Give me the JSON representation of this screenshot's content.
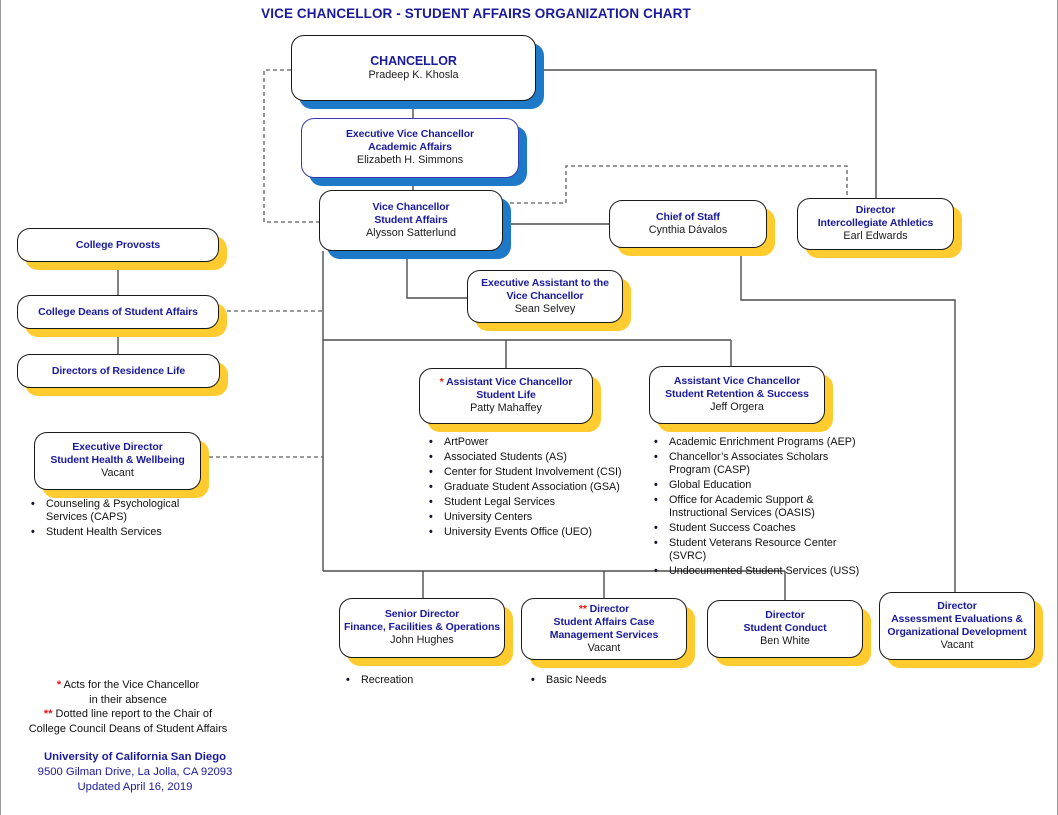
{
  "title": "VICE CHANCELLOR - STUDENT AFFAIRS ORGANIZATION CHART",
  "colors": {
    "heading_blue": "#1A1A9C",
    "shadow_blue": "#1E79C8",
    "shadow_yellow": "#FFCB2F",
    "note_red": "#EE1111"
  },
  "nodes": {
    "chancellor": {
      "lines": [
        "CHANCELLOR"
      ],
      "person": "Pradeep K. Khosla"
    },
    "evc": {
      "lines": [
        "Executive Vice Chancellor",
        "Academic Affairs"
      ],
      "person": "Elizabeth H. Simmons"
    },
    "vc": {
      "lines": [
        "Vice Chancellor",
        "Student Affairs"
      ],
      "person": "Alysson Satterlund"
    },
    "chief_of_staff": {
      "lines": [
        "Chief of Staff"
      ],
      "person": "Cynthia Dávalos"
    },
    "athletics": {
      "lines": [
        "Director",
        "Intercollegiate Athletics"
      ],
      "person": "Earl Edwards"
    },
    "exec_assistant": {
      "lines": [
        "Executive Assistant to the",
        "Vice Chancellor"
      ],
      "person": "Sean Selvey"
    },
    "college_provosts": {
      "lines": [
        "College Provosts"
      ]
    },
    "college_deans": {
      "lines": [
        "College Deans of Student Affairs"
      ]
    },
    "res_life": {
      "lines": [
        "Directors of Residence Life"
      ]
    },
    "exec_dir_health": {
      "lines": [
        "Executive Director",
        "Student Health & Wellbeing"
      ],
      "person": "Vacant"
    },
    "avc_student_life": {
      "marker": "*",
      "lines": [
        "Assistant Vice Chancellor",
        "Student Life"
      ],
      "person": "Patty Mahaffey"
    },
    "avc_retention": {
      "lines": [
        "Assistant Vice Chancellor",
        "Student Retention & Success"
      ],
      "person": "Jeff Orgera"
    },
    "sr_dir_finance": {
      "lines": [
        "Senior Director",
        "Finance, Facilities & Operations"
      ],
      "person": "John Hughes"
    },
    "dir_sacms": {
      "marker": "**",
      "lines": [
        "Director",
        "Student Affairs Case",
        "Management Services"
      ],
      "person": "Vacant"
    },
    "dir_conduct": {
      "lines": [
        "Director",
        "Student Conduct"
      ],
      "person": "Ben White"
    },
    "dir_assessment": {
      "lines": [
        "Director",
        "Assessment Evaluations &",
        "Organizational Development"
      ],
      "person": "Vacant"
    }
  },
  "lists": {
    "health": [
      "Counseling & Psychological Services (CAPS)",
      "Student Health Services"
    ],
    "student_life": [
      "ArtPower",
      "Associated Students (AS)",
      "Center for Student Involvement (CSI)",
      "Graduate Student Association (GSA)",
      "Student Legal Services",
      "University Centers",
      "University Events Office (UEO)"
    ],
    "retention": [
      "Academic Enrichment Programs (AEP)",
      "Chancellor’s Associates Scholars Program (CASP)",
      "Global Education",
      "Office for Academic Support & Instructional Services (OASIS)",
      "Student Success Coaches",
      "Student Veterans Resource Center (SVRC)",
      "Undocumented Student Services (USS)"
    ],
    "finance": [
      "Recreation"
    ],
    "sacms": [
      "Basic Needs"
    ]
  },
  "footnotes": {
    "marker1": "*",
    "note1_line1": "Acts for the Vice Chancellor",
    "note1_line2": "in their absence",
    "marker2": "**",
    "note2_line1": "Dotted line report to the Chair of",
    "note2_line2": "College Council Deans of Student Affairs"
  },
  "footer": {
    "org": "University of California San Diego",
    "address": "9500 Gilman Drive, La Jolla, CA 92093",
    "updated": "Updated April 16, 2019"
  }
}
